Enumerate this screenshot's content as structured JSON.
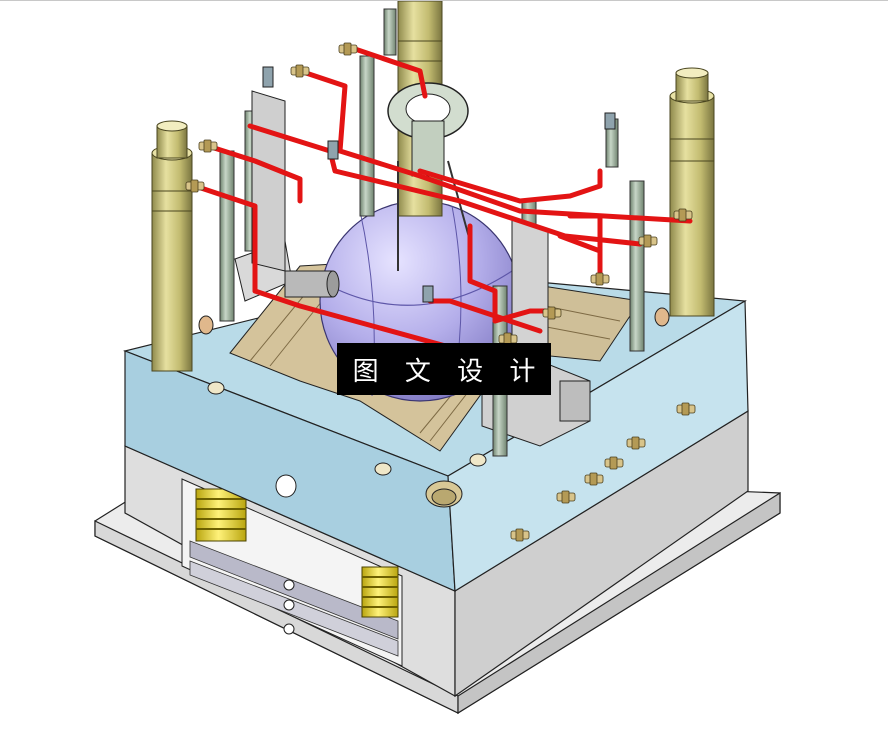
{
  "viewport": {
    "background": "#ffffff",
    "subject": "injection-mold-assembly-isometric"
  },
  "watermark": {
    "text": "图 文 设 计"
  },
  "colors": {
    "cavity_plate": "#a9cfdf",
    "cavity_plate_side": "#c2e0ec",
    "grey_plate": "#d4d4d4",
    "clamp_plate": "#e6e6e6",
    "cooling_pipe": "#e31414",
    "guide_pillar": "#c9c27a",
    "spring": "#f0dd2c",
    "dome": "#b9b4ee",
    "core_insert": "#cdb892",
    "ejector_pin": "#a9bca9"
  },
  "icons": {
    "fittings": "brass-hose-fitting",
    "springs": "coil-spring",
    "guide_pillars": "guide-pillar"
  }
}
